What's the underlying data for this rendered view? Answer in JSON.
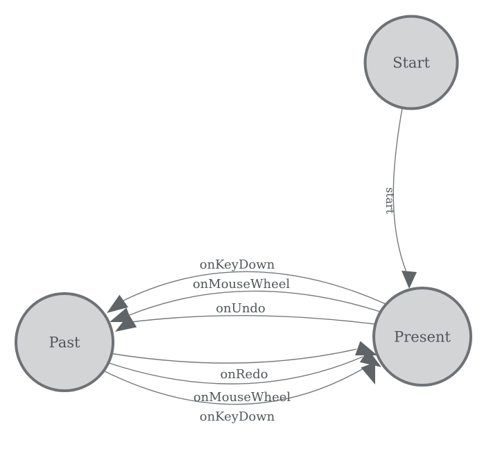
{
  "diagram": {
    "type": "state-machine",
    "nodes": [
      {
        "id": "start",
        "label": "Start"
      },
      {
        "id": "past",
        "label": "Past"
      },
      {
        "id": "present",
        "label": "Present"
      }
    ],
    "edges": [
      {
        "from": "Start",
        "to": "Present",
        "label": "start"
      },
      {
        "from": "Present",
        "to": "Past",
        "label": "onKeyDown"
      },
      {
        "from": "Present",
        "to": "Past",
        "label": "onMouseWheel"
      },
      {
        "from": "Present",
        "to": "Past",
        "label": "onUndo"
      },
      {
        "from": "Past",
        "to": "Present",
        "label": "onRedo"
      },
      {
        "from": "Past",
        "to": "Present",
        "label": "onMouseWheel"
      },
      {
        "from": "Past",
        "to": "Present",
        "label": "onKeyDown"
      }
    ],
    "colors": {
      "background": "#ffffff",
      "node_fill": "#d3d4d5",
      "node_stroke": "#6e7276",
      "edge_stroke": "#75797d",
      "arrow_fill": "#5f6468",
      "text_color": "#515559"
    }
  }
}
